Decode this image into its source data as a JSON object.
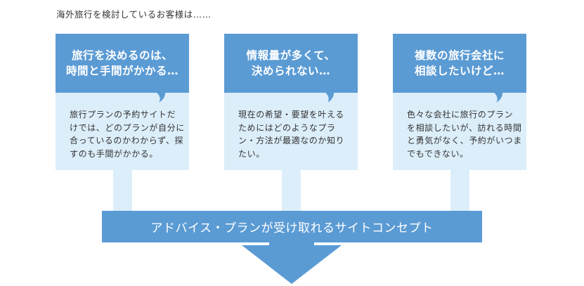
{
  "intro": "海外旅行を検討しているお客様は……",
  "cards": [
    {
      "title_lines": [
        "旅行を決めるのは、",
        "時間と手間がかかる…"
      ],
      "body_lines": [
        "旅行プランの予約サイトだ",
        "けでは、どのプランが自分に",
        "合っているのかわからず、探",
        "すのも手間がかかる。"
      ]
    },
    {
      "title_lines": [
        "情報量が多くて、",
        "決められない…"
      ],
      "body_lines": [
        "現在の希望・要望を叶える",
        "ためにはどのようなプラ",
        "ン・方法が最適なのか知り",
        "たい。"
      ]
    },
    {
      "title_lines": [
        "複数の旅行会社に",
        "相談したいけど…"
      ],
      "body_lines": [
        "色々な会社に旅行のプラン",
        "を相談したいが、訪れる時間",
        "と勇気がなく、予約がいつま",
        "でもできない。"
      ]
    }
  ],
  "concept": "アドバイス・プランが受け取れるサイトコンセプト",
  "colors": {
    "header": "#5b9bd4",
    "body": "#dceefa",
    "text": "#333333"
  }
}
